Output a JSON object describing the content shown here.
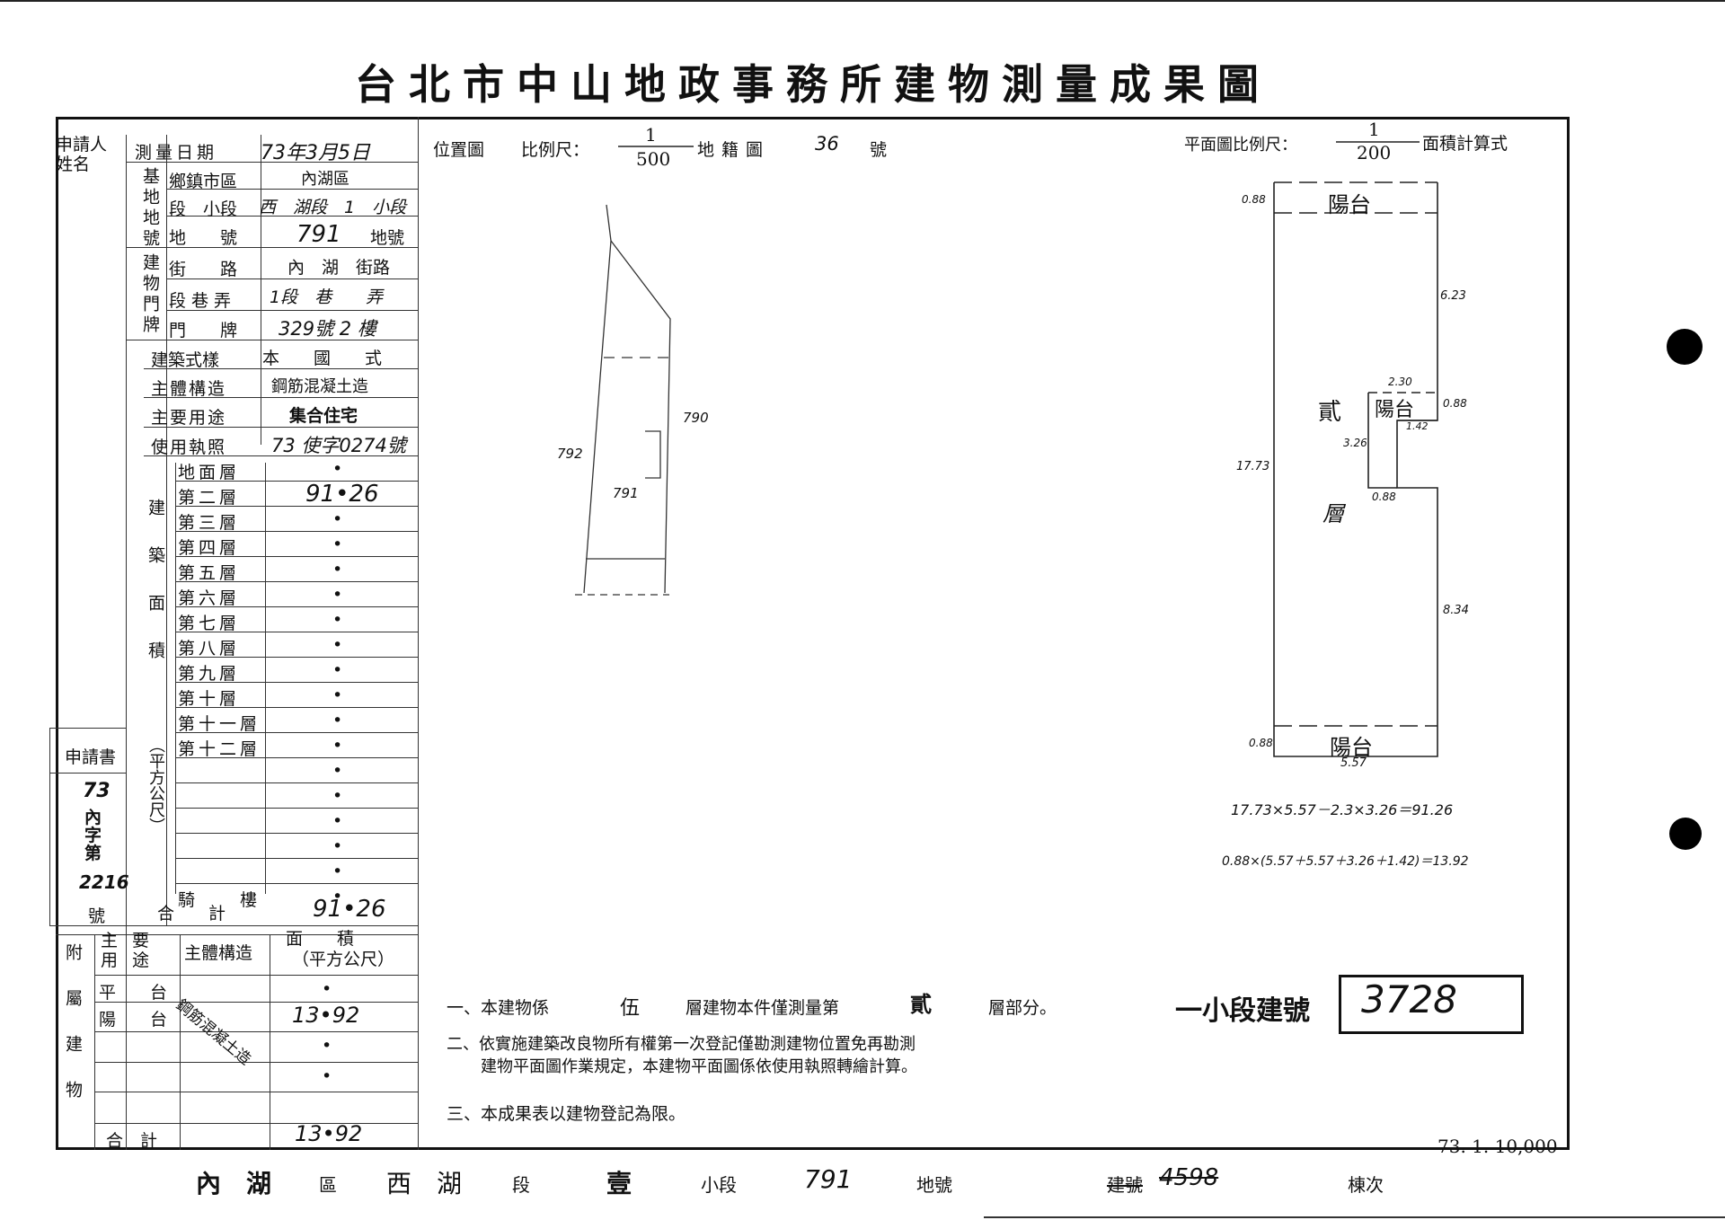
{
  "title": "台北市中山地政事務所建物測量成果圖",
  "header": {
    "applicant_label": "申請人姓名",
    "survey_date_label": "測量日期",
    "survey_date_value": "73年3月5日",
    "location_map_label": "位置圖",
    "scale_label": "比例尺：",
    "location_scale_num": "1",
    "location_scale_den": "500",
    "cadastral_map_label": "地籍圖",
    "cadastral_map_no": "36",
    "cadastral_map_suffix": "號",
    "plan_scale_label": "平面圖比例尺：",
    "plan_scale_num": "1",
    "plan_scale_den": "200",
    "area_formula_label": "面積計算式"
  },
  "base": {
    "group_label": "基地地號",
    "district_label": "鄉鎮市區",
    "district_value": "內湖區",
    "section_label": "段　小段",
    "section_value": "西　湖段　1　小段",
    "lot_label": "地　　號",
    "lot_value": "791",
    "lot_suffix": "地號"
  },
  "door": {
    "group_label": "建物門牌",
    "street_label": "街　　路",
    "street_value": "內　湖　街路",
    "lane_label": "段巷弄",
    "lane_value": "1段　巷　　弄",
    "number_label": "門　　牌",
    "number_value": "329號 2 樓"
  },
  "building": {
    "style_label": "建築式樣",
    "style_value": "本　　國　　式",
    "structure_label": "主體構造",
    "structure_value": "鋼筋混凝土造",
    "usage_label": "主要用途",
    "usage_value": "集合住宅",
    "permit_label": "使用執照",
    "permit_value": "73 使字0274號"
  },
  "floors": {
    "group_label": "建築面積",
    "unit_label": "（平方公尺）",
    "rows": [
      {
        "label": "地面層",
        "value": "•"
      },
      {
        "label": "第二層",
        "value": "91•26"
      },
      {
        "label": "第三層",
        "value": "•"
      },
      {
        "label": "第四層",
        "value": "•"
      },
      {
        "label": "第五層",
        "value": "•"
      },
      {
        "label": "第六層",
        "value": "•"
      },
      {
        "label": "第七層",
        "value": "•"
      },
      {
        "label": "第八層",
        "value": "•"
      },
      {
        "label": "第九層",
        "value": "•"
      },
      {
        "label": "第十層",
        "value": "•"
      },
      {
        "label": "第十一層",
        "value": "•"
      },
      {
        "label": "第十二層",
        "value": "•"
      },
      {
        "label": "",
        "value": "•"
      },
      {
        "label": "",
        "value": "•"
      },
      {
        "label": "",
        "value": "•"
      },
      {
        "label": "",
        "value": "•"
      },
      {
        "label": "",
        "value": "•"
      },
      {
        "label": "騎　　樓",
        "value": "•"
      }
    ],
    "total_label": "合　　計",
    "total_value": "91•26"
  },
  "application": {
    "label": "申請書",
    "year": "73",
    "char": "內",
    "word": "字",
    "ordinal": "第",
    "number": "2216",
    "suffix": "號"
  },
  "annex": {
    "group_label": "附屬建物",
    "usage_label": "主要用途",
    "structure_label": "主體構造",
    "area_label": "面　　積",
    "area_unit": "（平方公尺）",
    "structure_value": "鋼筋混凝土造",
    "rows": [
      {
        "label": "平　　台",
        "value": "•"
      },
      {
        "label": "陽　　台",
        "value": "13•92"
      },
      {
        "label": "",
        "value": "•"
      },
      {
        "label": "",
        "value": "•"
      }
    ],
    "total_label": "合　計",
    "total_value": "13•92"
  },
  "location_plan": {
    "lot_790": "790",
    "lot_791": "791",
    "lot_792": "792"
  },
  "floor_plan": {
    "balcony_top": "陽台",
    "balcony_mid": "陽台",
    "balcony_bottom": "陽台",
    "floor_label_1": "貳",
    "floor_label_2": "層",
    "dim_088_a": "0.88",
    "dim_623": "6.23",
    "dim_230": "2.30",
    "dim_088_b": "0.88",
    "dim_142": "1.42",
    "dim_326": "3.26",
    "dim_088_c": "0.88",
    "dim_1773": "17.73",
    "dim_834": "8.34",
    "dim_088_d": "0.88",
    "dim_557": "5.57",
    "formula_1": "17.73×5.57－2.3×3.26＝91.26",
    "formula_2": "0.88×(5.57＋5.57＋3.26＋1.42)＝13.92"
  },
  "notes": {
    "note1_a": "一、本建物係",
    "note1_floors": "伍",
    "note1_b": "層建物本件僅測量第",
    "note1_floor": "貳",
    "note1_c": "層部分。",
    "note2_line1": "二、依實施建築改良物所有權第一次登記僅勘測建物位置免再勘測",
    "note2_line2": "建物平面圖作業規定，本建物平面圖係依使用執照轉繪計算。",
    "note3": "三、本成果表以建物登記為限。"
  },
  "building_no": {
    "label": "一小段建號",
    "value": "3728"
  },
  "edition": "73. 1. 10,000",
  "footer": {
    "district": "內　湖",
    "district_suffix": "區",
    "section": "西　湖",
    "section_suffix": "段",
    "subsection": "壹",
    "subsection_suffix": "小段",
    "lot": "791",
    "lot_suffix": "地號",
    "old_no_label": "建號",
    "old_no_value": "4598",
    "unit_label": "棟次"
  },
  "colors": {
    "ink": "#111111",
    "paper": "#ffffff"
  }
}
